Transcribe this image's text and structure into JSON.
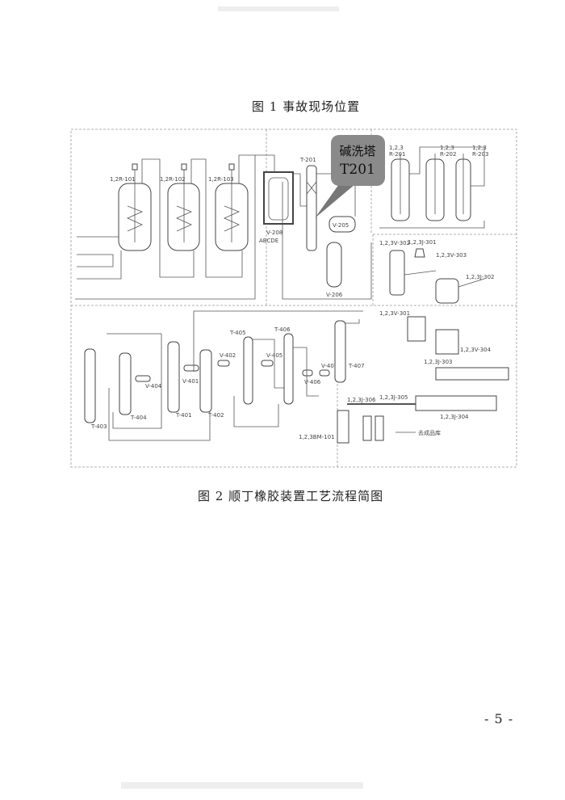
{
  "figure1": {
    "caption": "图 1   事故现场位置"
  },
  "figure2": {
    "caption": "图 2   顺丁橡胶装置工艺流程简图",
    "callout": {
      "line1": "碱洗塔",
      "line2": "T201"
    },
    "labels": {
      "r101": "1,2R-101",
      "r102": "1,2R-102",
      "r103": "1,2R-103",
      "v208": "V-208",
      "abcde": "ABCDE",
      "t201": "T-201",
      "v205": "V-205",
      "v206": "V-206",
      "r201": "R-201",
      "r202": "R-202",
      "r203": "R-203",
      "r2xx": "1,2,3",
      "v302": "1,2,3V-302",
      "j301": "1,2,3J-301",
      "v303": "1,2,3V-303",
      "j302": "1,2,3J-302",
      "v301": "1,2,3V-301",
      "v304": "1,2,3V-304",
      "j303": "1,2,3J-303",
      "j304": "1,2,3J-304",
      "j305": "1,2,3J-305",
      "j306": "1,2,3J-306",
      "bm101": "1,2,3BM-101",
      "t403": "T-403",
      "t404": "T-404",
      "v404": "V-404",
      "t401": "T-401",
      "v401": "V-401",
      "t402": "T-402",
      "v402": "V-402",
      "t405": "T-405",
      "v405": "V-405",
      "t406": "T-406",
      "v406": "V-406",
      "v407": "V-407",
      "t407": "T-407",
      "to_warehouse": "去成品库"
    }
  },
  "page_number": "- 5 -"
}
